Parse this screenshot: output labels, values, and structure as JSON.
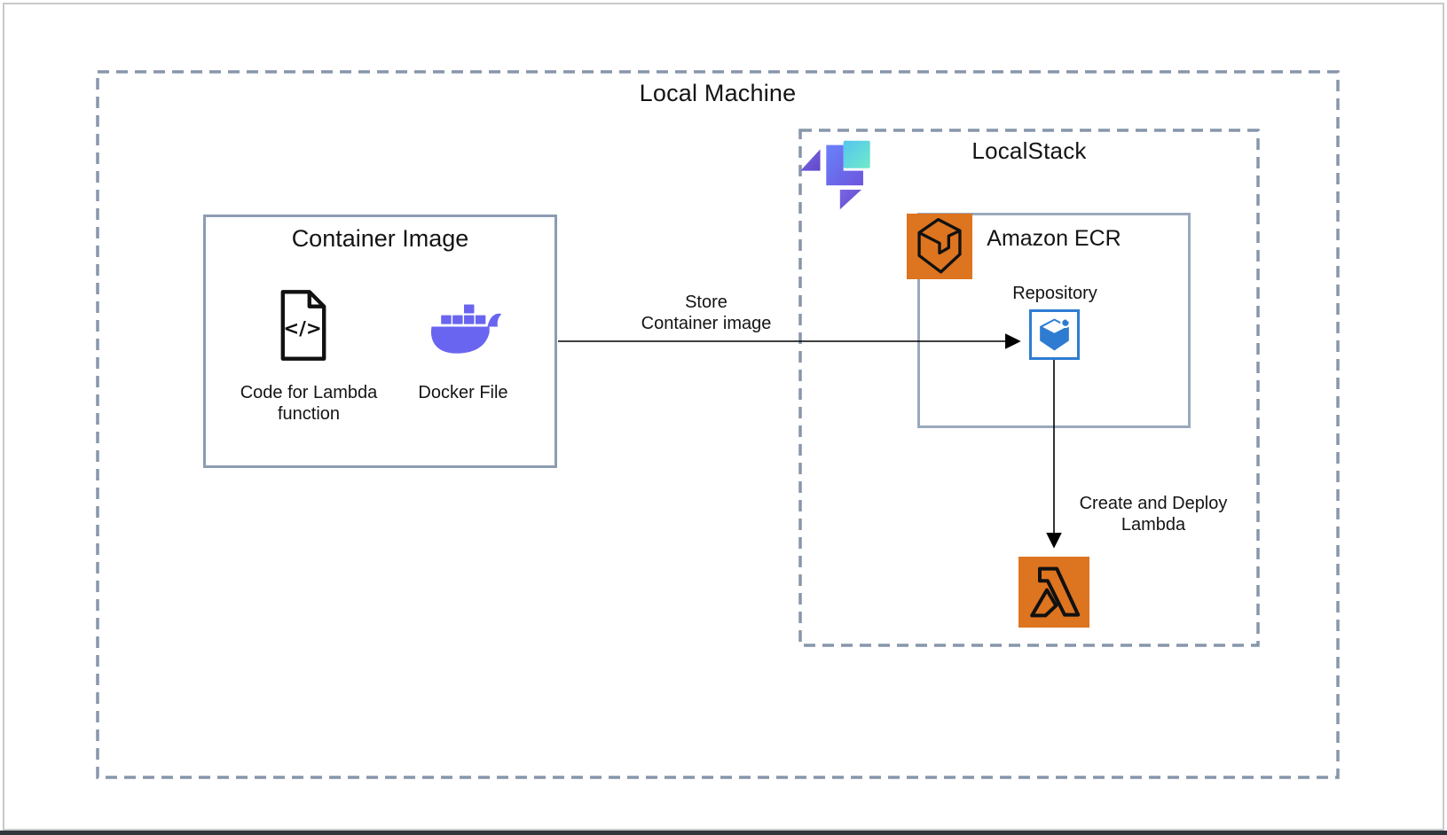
{
  "local_machine": {
    "title": "Local Machine"
  },
  "container_image": {
    "title": "Container Image",
    "code_item": {
      "icon": "code-file-icon",
      "icon_glyph": "</>",
      "label_line1": "Code for Lambda",
      "label_line2": "function"
    },
    "docker_item": {
      "icon": "docker-whale-icon",
      "label": "Docker File"
    }
  },
  "localstack": {
    "title": "LocalStack",
    "logo": "localstack-logo"
  },
  "ecr": {
    "title": "Amazon ECR",
    "service_icon": "amazon-ecr-icon",
    "repository": {
      "label": "Repository",
      "icon": "ecr-repository-icon"
    }
  },
  "lambda": {
    "icon": "aws-lambda-icon"
  },
  "arrows": {
    "store": {
      "label_line1": "Store",
      "label_line2": "Container image"
    },
    "deploy": {
      "label_line1": "Create and Deploy",
      "label_line2": "Lambda"
    }
  },
  "colors": {
    "dash": "#8796ab",
    "solid": "#8c9cb2",
    "orange": "#dd7420",
    "docker": "#6965f0",
    "repo_blue": "#2e7cd1",
    "ink": "#141414",
    "frame": "#c9c9c9",
    "edge": "#31353d"
  }
}
